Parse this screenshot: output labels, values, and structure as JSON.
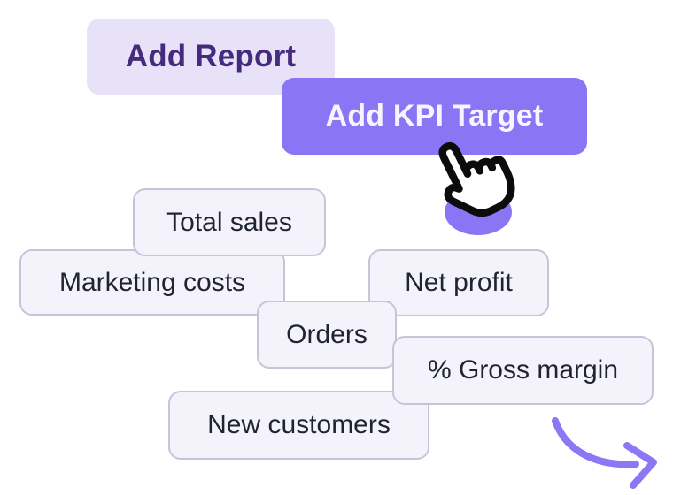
{
  "illustration": {
    "buttons": {
      "add_report": {
        "label": "Add Report",
        "variant": "light"
      },
      "add_kpi_target": {
        "label": "Add KPI Target",
        "variant": "primary"
      }
    },
    "chips": [
      {
        "label": "Total sales"
      },
      {
        "label": "Marketing costs"
      },
      {
        "label": "Net profit"
      },
      {
        "label": "Orders"
      },
      {
        "label": "% Gross margin"
      },
      {
        "label": "New customers"
      }
    ],
    "icons": {
      "cursor": "hand-pointer-icon",
      "arrow": "curved-arrow-icon"
    },
    "colors": {
      "primary_purple": "#8a76f5",
      "light_button_bg": "#e8e2f8",
      "dark_purple_text": "#452b7e",
      "chip_bg": "#f4f2fb",
      "chip_border": "#c8c4d8",
      "chip_text": "#1f2433",
      "arrow_purple": "#8b78f4",
      "hand_outline": "#0c0c0c",
      "hand_fill": "#ffffff"
    }
  }
}
